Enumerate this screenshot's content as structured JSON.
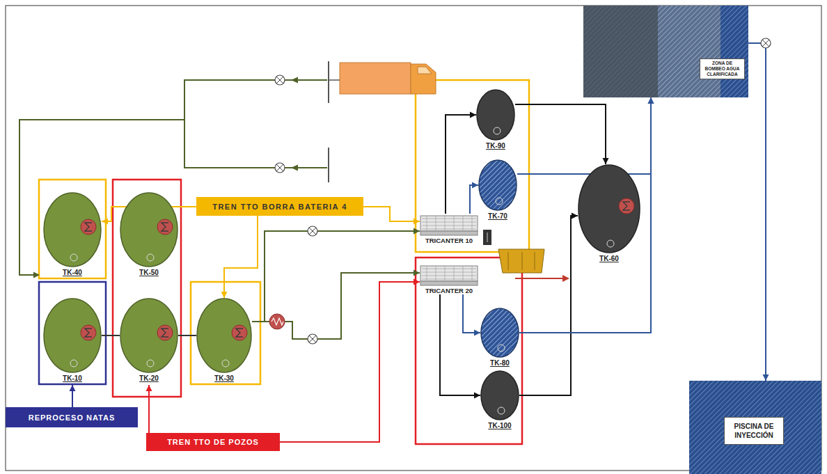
{
  "diagram": {
    "nodes": [
      {
        "text": [
          "ZONA DE BOMBEO AGUA CLARIFICADA"
        ]
      },
      {
        "text": [
          "TK-90"
        ]
      },
      {
        "text": [
          "TK-40"
        ]
      },
      {
        "text": [
          "TK-50"
        ]
      },
      {
        "text": [
          "TREN TTO BORRA BATERIA 4"
        ]
      },
      {
        "text": [
          "TK-70"
        ]
      },
      {
        "text": [
          "TRICANTER 10"
        ]
      },
      {
        "text": [
          "TK-60"
        ]
      },
      {
        "text": [
          "TK-10"
        ]
      },
      {
        "text": [
          "TK-20"
        ]
      },
      {
        "text": [
          "TK-30"
        ]
      },
      {
        "text": [
          "TRICANTER 20"
        ]
      },
      {
        "text": [
          "TK-80"
        ]
      },
      {
        "text": [
          "TK-100"
        ]
      },
      {
        "text": [
          "REPROCESO NATAS"
        ]
      },
      {
        "text": [
          "TREN TTO DE POZOS"
        ]
      },
      {
        "text": [
          "PISCINA DE INYECCIÓN"
        ]
      }
    ],
    "edges": [
      {
        "from": 6,
        "to": 1,
        "arrow": "to"
      },
      {
        "from": 6,
        "to": 5,
        "arrow": "to"
      },
      {
        "from": 1,
        "to": 7,
        "arrow": "to"
      },
      {
        "from": 5,
        "to": 0,
        "arrow": "to"
      },
      {
        "from": 10,
        "to": 6,
        "arrow": "to"
      },
      {
        "from": 10,
        "to": 11,
        "arrow": "to"
      },
      {
        "from": 11,
        "to": 12,
        "arrow": "to"
      },
      {
        "from": 11,
        "to": 13,
        "arrow": "to"
      },
      {
        "from": 13,
        "to": 7,
        "arrow": "to"
      },
      {
        "from": 12,
        "to": 0,
        "arrow": "to"
      },
      {
        "from": 0,
        "to": 16,
        "arrow": "to"
      },
      {
        "from": 14,
        "to": 8,
        "arrow": "to"
      },
      {
        "from": 4,
        "to": 2,
        "arrow": "to"
      },
      {
        "from": 4,
        "to": 10,
        "arrow": "to"
      },
      {
        "from": 4,
        "to": 6,
        "arrow": "to"
      },
      {
        "from": 15,
        "to": 9,
        "arrow": "to"
      },
      {
        "from": 15,
        "to": 11,
        "arrow": "to"
      },
      {
        "from": 8,
        "to": 9,
        "arrow": "none"
      },
      {
        "from": 9,
        "to": 10,
        "arrow": "none"
      }
    ]
  }
}
